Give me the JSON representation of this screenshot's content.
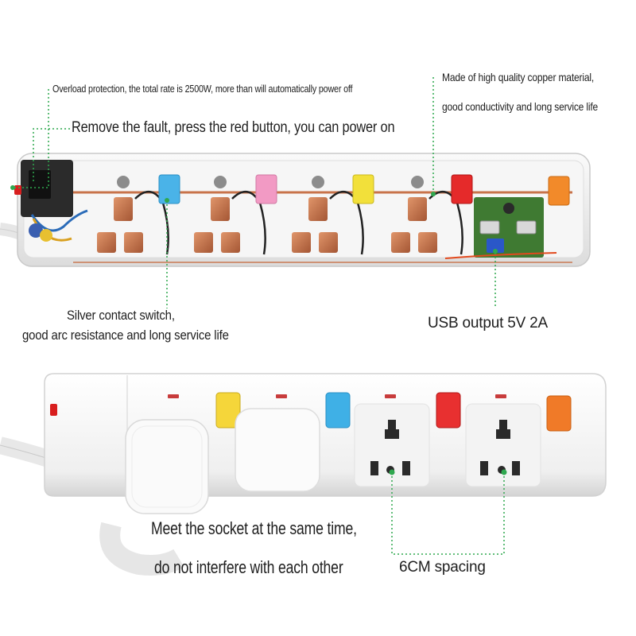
{
  "annotations": {
    "overload": "Overload protection, the total rate is 2500W, more than will automatically power off",
    "remove_fault": "Remove the fault, press the red button, you can power on",
    "copper_line1": "Made of high quality copper material,",
    "copper_line2": "good conductivity and long service life",
    "silver_line1": "Silver contact switch,",
    "silver_line2": "good arc resistance and long service life",
    "usb": "USB output 5V 2A",
    "meet_line1": "Meet the socket at the same time,",
    "meet_line2": "do not interfere with each other",
    "spacing": "6CM spacing"
  },
  "colors": {
    "leader_line": "#2fa84f",
    "body_white": "#f2f2f2",
    "copper": "#c8734a",
    "reset_button": "#d81e1e"
  },
  "top_strip": {
    "switch_colors": [
      "#4ab3e8",
      "#f29ac4",
      "#f2e03a",
      "#e52a2a",
      "#f28a2a"
    ]
  },
  "bottom_strip": {
    "switch_colors": [
      "#f5d63a",
      "#3fb0e6",
      "#e83030",
      "#f07a28"
    ]
  }
}
